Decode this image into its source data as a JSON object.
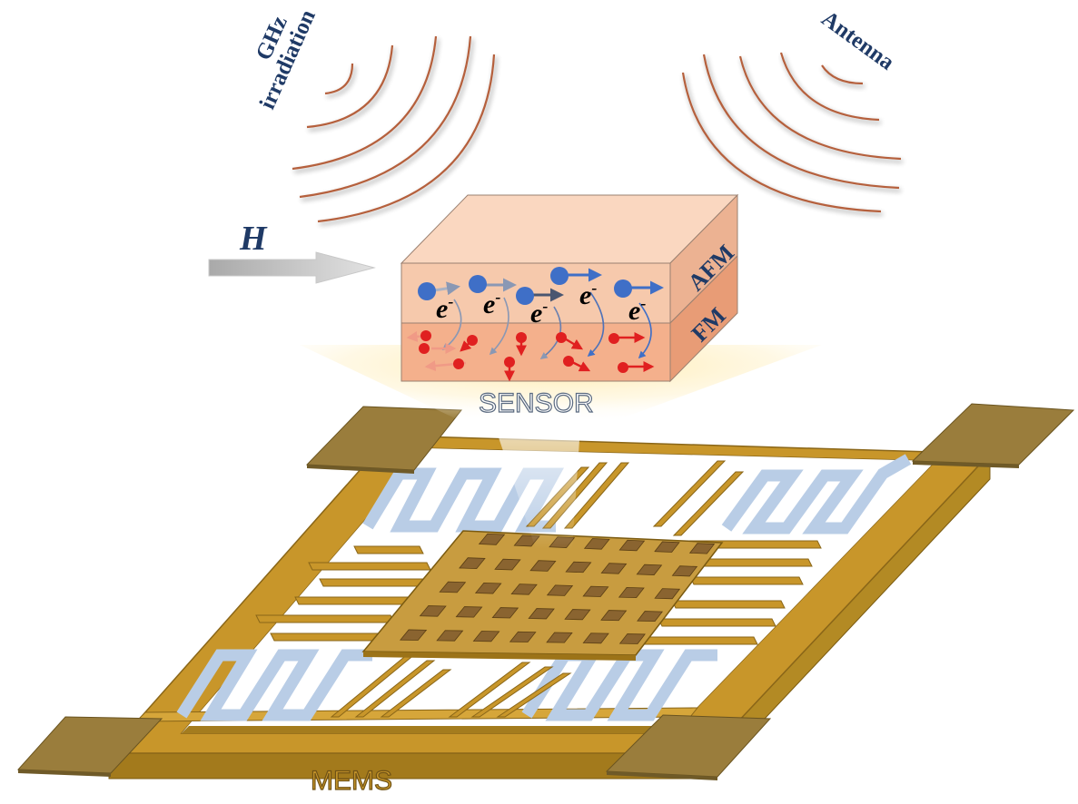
{
  "labels": {
    "ghz_line1": "GHz",
    "ghz_line2": "irradiation",
    "antenna": "Antenna",
    "field": "H",
    "afm": "AFM",
    "fm": "FM",
    "sensor": "SENSOR",
    "mems": "MEMS",
    "electron": "e",
    "electron_sup": "-"
  },
  "colors": {
    "wave": "#b5603c",
    "label_navy": "#1f3a66",
    "afm_front": "#f6c9ac",
    "afm_top": "#fad7c0",
    "afm_side": "#ecb292",
    "fm_front": "#f4b08c",
    "fm_side": "#e89c76",
    "electron_blue": "#3f6fc7",
    "spin_red": "#e02020",
    "frame_gold": "#c8962a",
    "frame_gold_dark": "#9c7318",
    "pad_olive": "#9a7d3c",
    "spring_blue": "#b9cde6",
    "plate_gold": "#c89c40",
    "bump_brown": "#8a6430"
  }
}
